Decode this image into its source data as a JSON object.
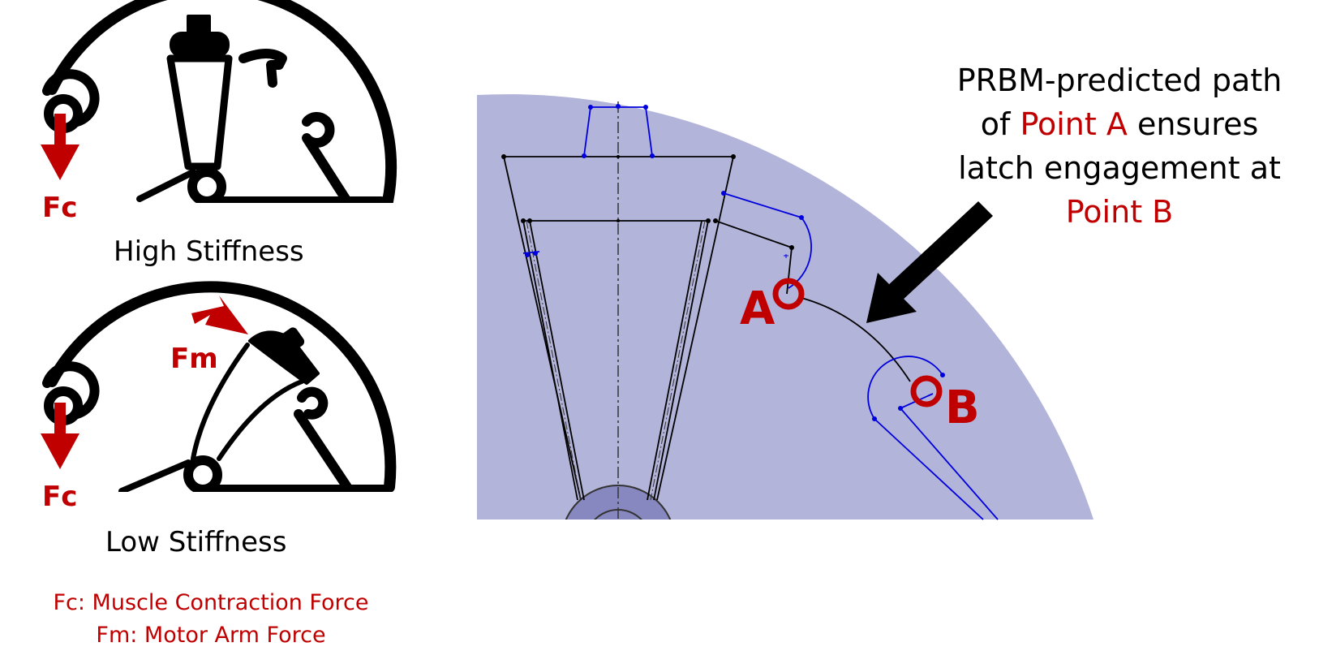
{
  "high_panel": {
    "force_label": "Fc",
    "caption": "High Stiffness"
  },
  "low_panel": {
    "force_c_label": "Fc",
    "force_m_label": "Fm",
    "caption": "Low Stiffness"
  },
  "legend": {
    "fc": "Fc: Muscle Contraction Force",
    "fm": "Fm: Motor Arm Force"
  },
  "cad": {
    "point_a": "A",
    "point_b": "B"
  },
  "annotation": {
    "line1": "PRBM-predicted path",
    "line2_pre": "of ",
    "line2_red": "Point A",
    "line2_post": " ensures",
    "line3": "latch engagement at",
    "line4_red": "Point B"
  },
  "colors": {
    "accent_red": "#c00000",
    "sketch_blue": "#0000dd",
    "disc_fill": "#b3b4d9",
    "hub_fill": "#8788c0"
  }
}
